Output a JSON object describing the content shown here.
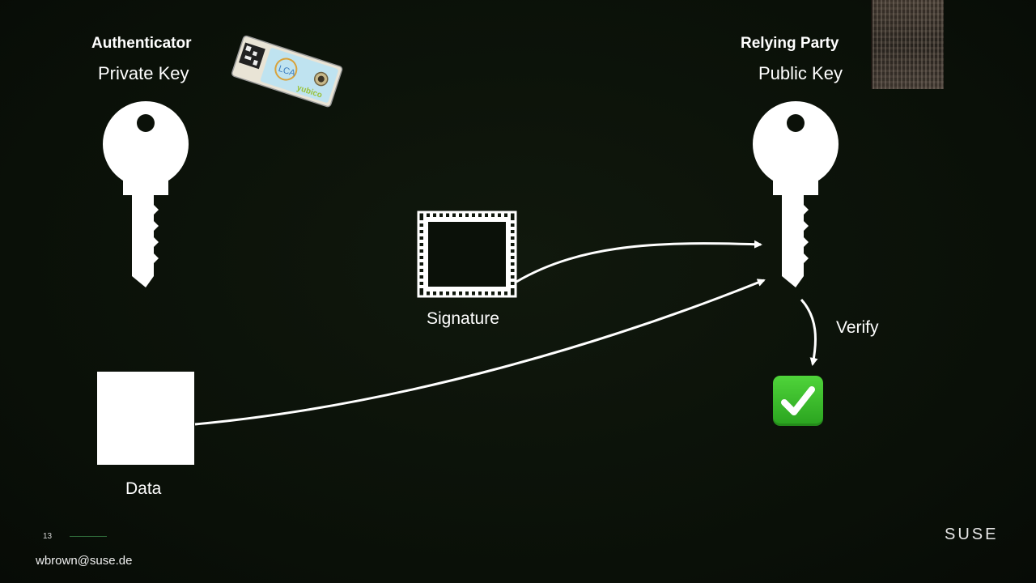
{
  "authenticator": {
    "title": "Authenticator",
    "key_label": "Private Key"
  },
  "relying_party": {
    "title": "Relying Party",
    "key_label": "Public Key"
  },
  "signature_label": "Signature",
  "verify_label": "Verify",
  "data_label": "Data",
  "footer": {
    "page_number": "13",
    "email": "wbrown@suse.de",
    "brand": "SUSE"
  },
  "security_key": {
    "logo_text": "LCA",
    "brand_text": "yubico"
  },
  "colors": {
    "background": "#0b1109",
    "foreground": "#ffffff",
    "check": "#35b52a",
    "accent_line": "#2f6b3a"
  },
  "icons": {
    "private_key": "key-icon",
    "public_key": "key-icon",
    "signature": "stamp-icon",
    "result": "check-mark-icon"
  }
}
